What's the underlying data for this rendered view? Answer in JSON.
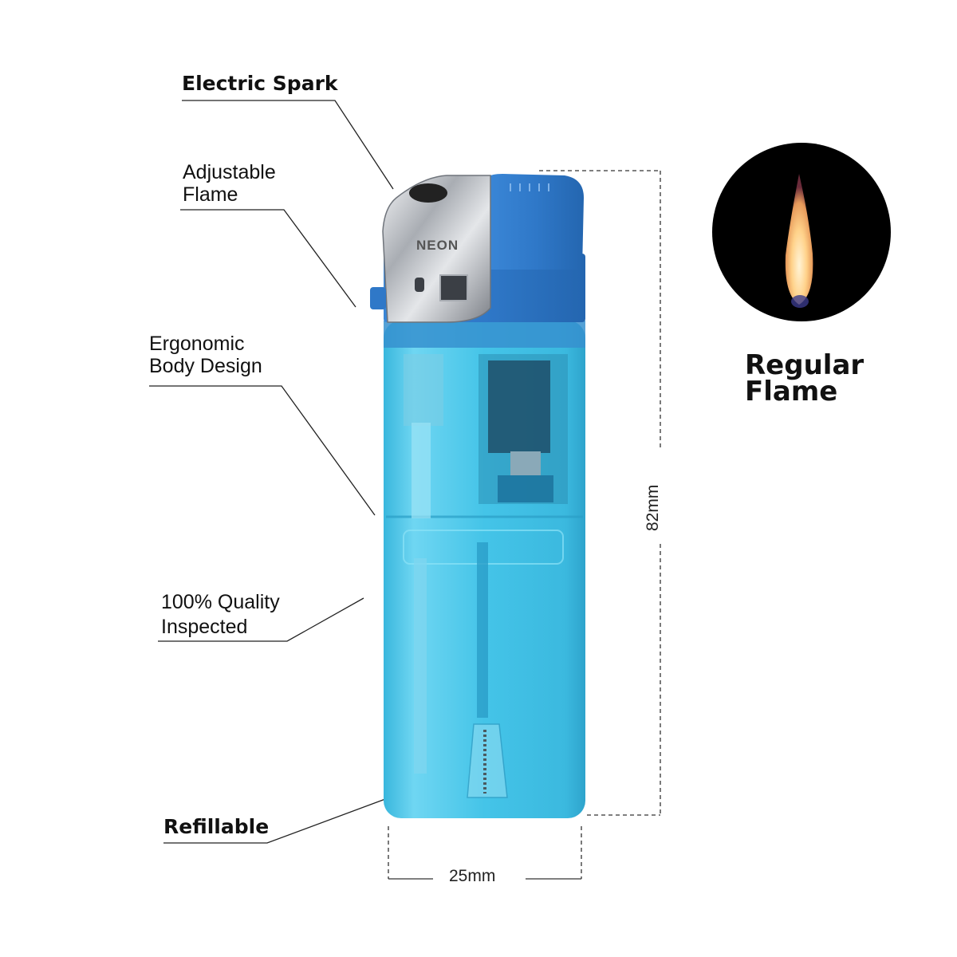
{
  "callouts": {
    "electric_spark": "Electric Spark",
    "adjustable_flame_l1": "Adjustable",
    "adjustable_flame_l2": "Flame",
    "ergonomic_l1": "Ergonomic",
    "ergonomic_l2": "Body Design",
    "quality_l1": "100% Quality",
    "quality_l2": "Inspected",
    "refillable": "Refillable"
  },
  "product": {
    "brand": "NEON"
  },
  "dimensions": {
    "height": "82mm",
    "width": "25mm"
  },
  "flame": {
    "title_l1": "Regular",
    "title_l2": "Flame"
  },
  "colors": {
    "body": "#3fc3e6",
    "cap": "#2f78c8",
    "chrome": "#c9ccd0"
  }
}
